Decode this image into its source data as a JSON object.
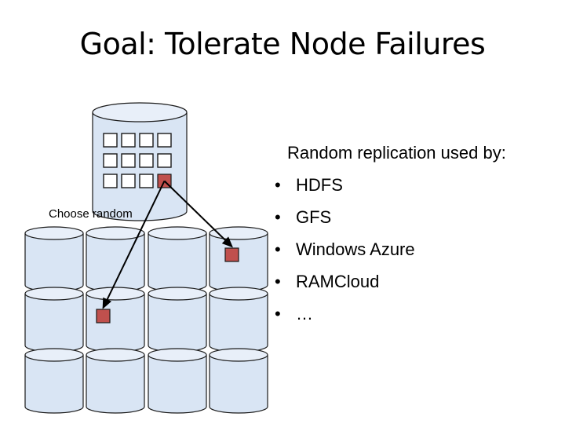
{
  "title": "Goal: Tolerate Node Failures",
  "diagram": {
    "master_label": "Choose random",
    "master_grid": {
      "rows": 3,
      "cols": 4,
      "filled_cell": [
        2,
        3
      ]
    },
    "node_grid": {
      "rows": 3,
      "cols": 4
    },
    "replica_nodes": [
      [
        0,
        3
      ],
      [
        1,
        1
      ]
    ],
    "colors": {
      "disk_fill": "#d9e5f4",
      "disk_top": "#e8eff9",
      "chunk_selected": "#c0504d"
    }
  },
  "info": {
    "heading": "Random replication used by:",
    "bullet_glyph": "•",
    "items": [
      "HDFS",
      "GFS",
      "Windows Azure",
      "RAMCloud",
      "…"
    ]
  }
}
